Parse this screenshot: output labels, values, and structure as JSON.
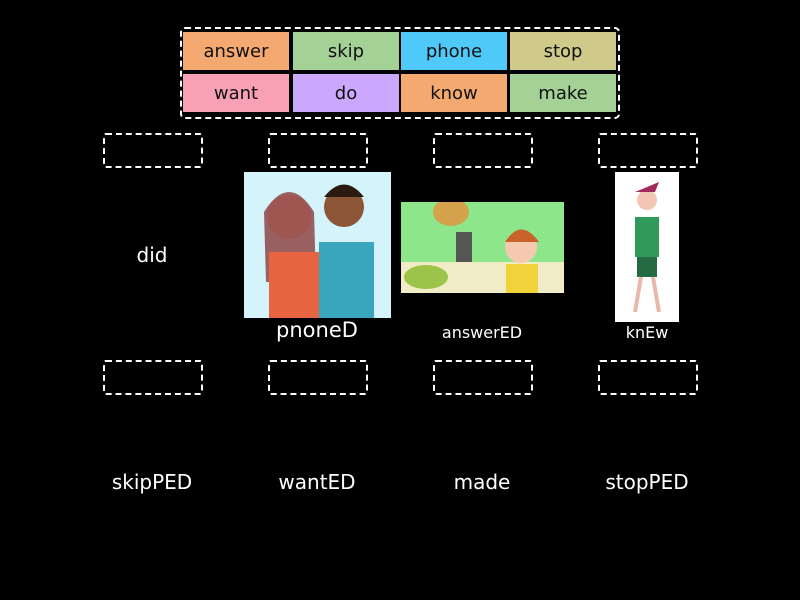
{
  "tiles": [
    {
      "label": "answer",
      "color": "#f4a970"
    },
    {
      "label": "skip",
      "color": "#a4d195"
    },
    {
      "label": "phone",
      "color": "#4ec9f8"
    },
    {
      "label": "stop",
      "color": "#cfc98a"
    },
    {
      "label": "want",
      "color": "#f9a1b4"
    },
    {
      "label": "do",
      "color": "#cba8fc"
    },
    {
      "label": "know",
      "color": "#f4a970"
    },
    {
      "label": "make",
      "color": "#a4d195"
    }
  ],
  "items": [
    {
      "label": "did"
    },
    {
      "label": "pnoneD"
    },
    {
      "label": "answerED"
    },
    {
      "label": "knEw"
    },
    {
      "label": "skipPED"
    },
    {
      "label": "wantED"
    },
    {
      "label": "made"
    },
    {
      "label": "stopPED"
    }
  ]
}
